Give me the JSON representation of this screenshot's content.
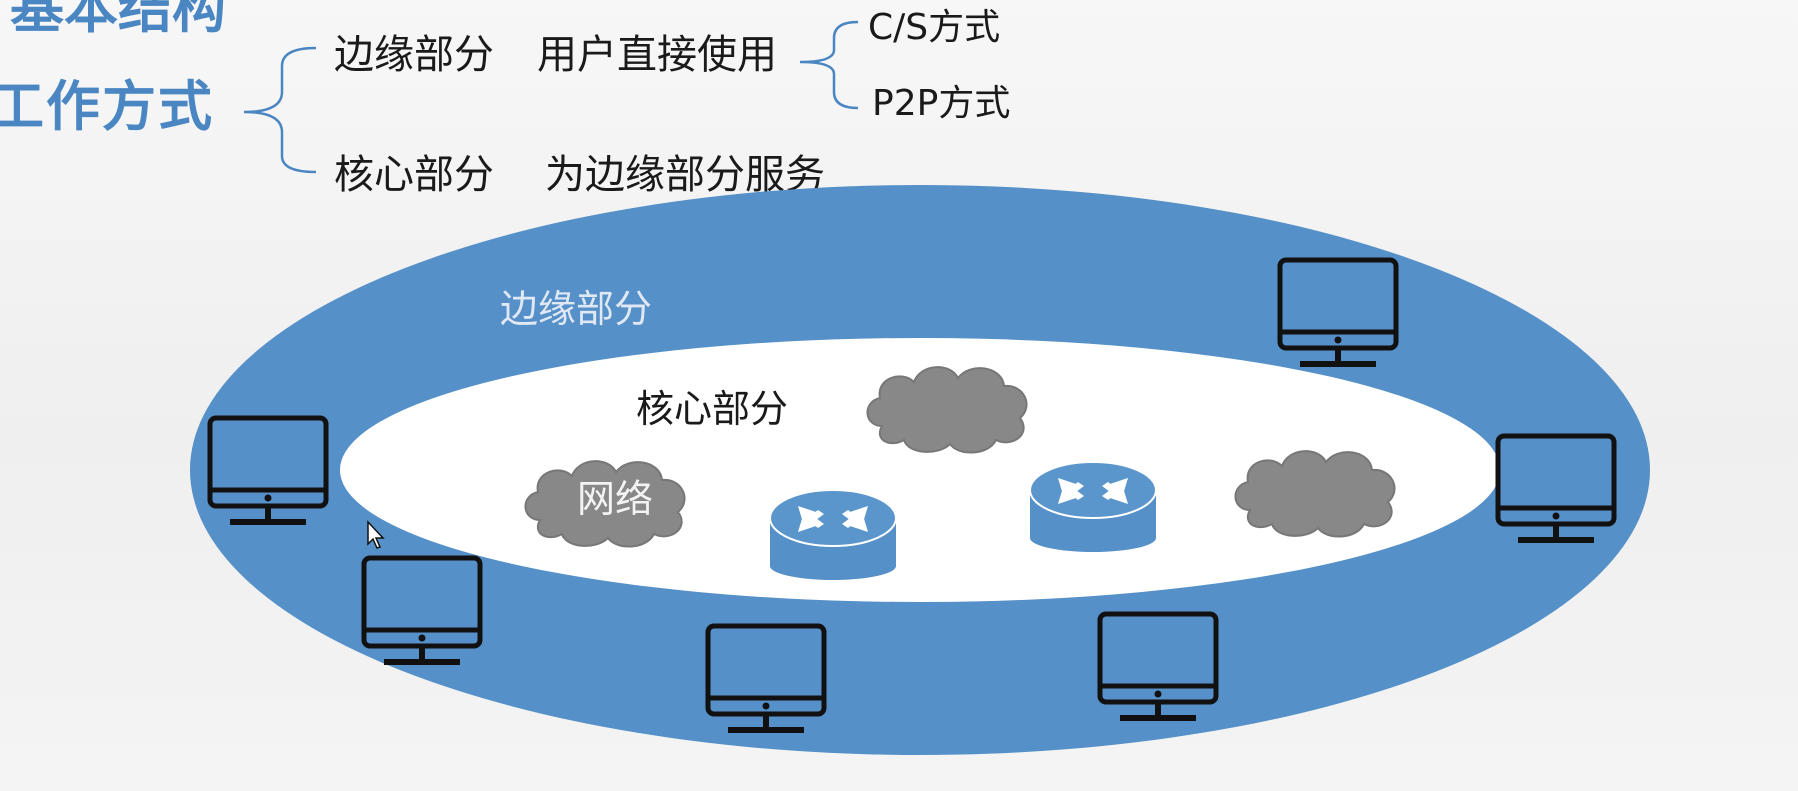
{
  "outline": {
    "partial_heading": "基本结构",
    "heading": "工作方式",
    "edge_branch": {
      "part": "边缘部分",
      "desc": "用户直接使用"
    },
    "edge_modes": [
      "C/S方式",
      "P2P方式"
    ],
    "core_branch": {
      "part": "核心部分",
      "desc": "为边缘部分服务"
    }
  },
  "diagram": {
    "outer_ring_label": "边缘部分",
    "inner_label": "核心部分",
    "cloud_label": "网络",
    "colors": {
      "ring": "#5590c8",
      "router": "#5590c8",
      "cloud": "#888888",
      "heading": "#4a86c2"
    },
    "icons": [
      "computer-icon",
      "router-icon",
      "cloud-icon",
      "mouse-cursor-icon"
    ]
  }
}
